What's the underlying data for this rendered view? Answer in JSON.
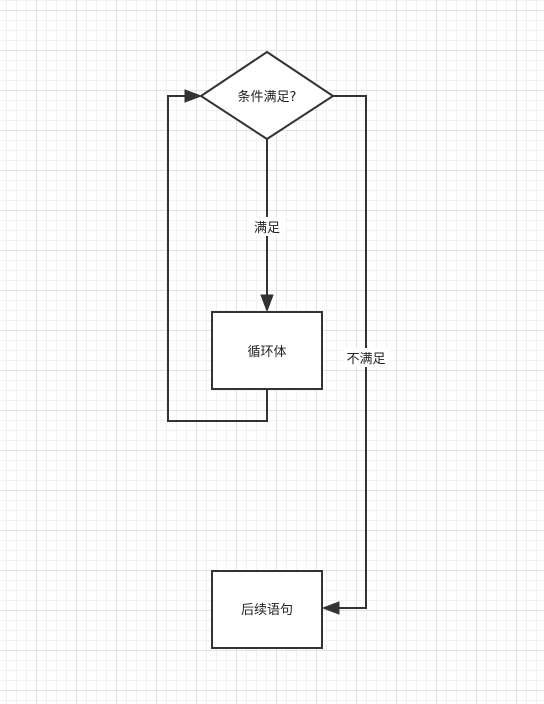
{
  "nodes": {
    "decision": {
      "label": "条件满足?"
    },
    "loop_body": {
      "label": "循环体"
    },
    "next_statement": {
      "label": "后续语句"
    }
  },
  "edges": {
    "satisfied": {
      "label": "满足"
    },
    "not_satisfied": {
      "label": "不满足"
    }
  },
  "colors": {
    "stroke": "#333333",
    "fill": "#ffffff",
    "grid": "#e2e2e2"
  }
}
